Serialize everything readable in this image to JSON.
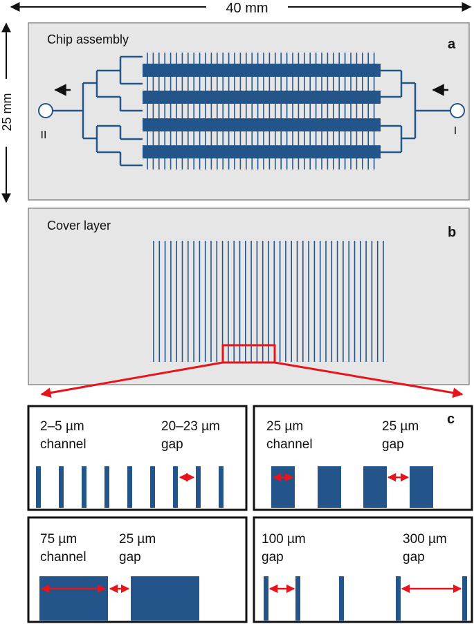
{
  "dimensions": {
    "width_label": "40 mm",
    "height_label": "25 mm"
  },
  "panel_a": {
    "title": "Chip assembly",
    "tag": "a",
    "inlet_label": "I",
    "outlet_label": "II"
  },
  "panel_b": {
    "title": "Cover layer",
    "tag": "b"
  },
  "panel_c": {
    "tag": "c",
    "boxes": [
      {
        "channel_text": [
          "2–5 µm",
          "channel"
        ],
        "gap_text": [
          "20–23 µm",
          "gap"
        ]
      },
      {
        "channel_text": [
          "25 µm",
          "channel"
        ],
        "gap_text": [
          "25 µm",
          "gap"
        ]
      },
      {
        "channel_text": [
          "75 µm",
          "channel"
        ],
        "gap_text": [
          "25 µm",
          "gap"
        ]
      },
      {
        "channel_text": [
          "100 µm",
          "gap"
        ],
        "gap_text": [
          "300 µm",
          "gap"
        ]
      }
    ]
  },
  "colors": {
    "channel": "#23548a",
    "chip": "#e6e6e6",
    "highlight": "#e8141c"
  }
}
